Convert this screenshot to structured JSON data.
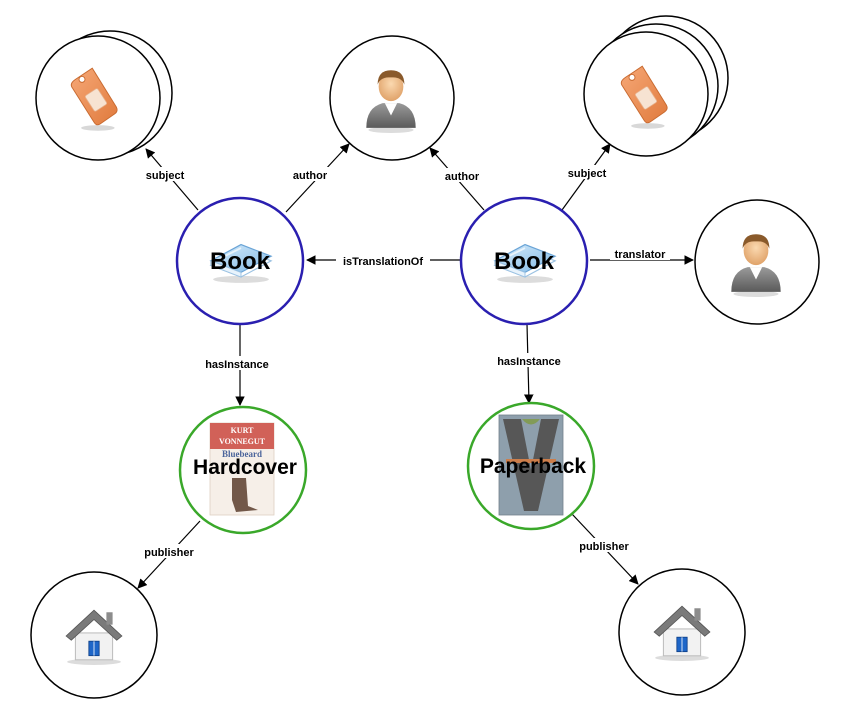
{
  "nodes": {
    "book_left": {
      "label": "Book"
    },
    "book_right": {
      "label": "Book"
    },
    "hardcover": {
      "label": "Hardcover",
      "cover_text": [
        "KURT",
        "VONNEGUT",
        "Bluebeard"
      ]
    },
    "paperback": {
      "label": "Paperback"
    }
  },
  "edges": {
    "subject_left": "subject",
    "author_left": "author",
    "author_right": "author",
    "subject_right": "subject",
    "translation": "isTranslationOf",
    "translator": "translator",
    "hasinstance_left": "hasInstance",
    "hasinstance_right": "hasInstance",
    "publisher_left": "publisher",
    "publisher_right": "publisher"
  },
  "icons": {
    "subject": "tag-icon",
    "person": "person-icon",
    "book": "book-icon",
    "publisher": "house-icon"
  },
  "colors": {
    "work_border": "#2a1fb0",
    "instance_border": "#3aa82a",
    "tag": "#f0925a",
    "house_roof": "#7a7a7a",
    "house_door": "#1e66c8"
  }
}
